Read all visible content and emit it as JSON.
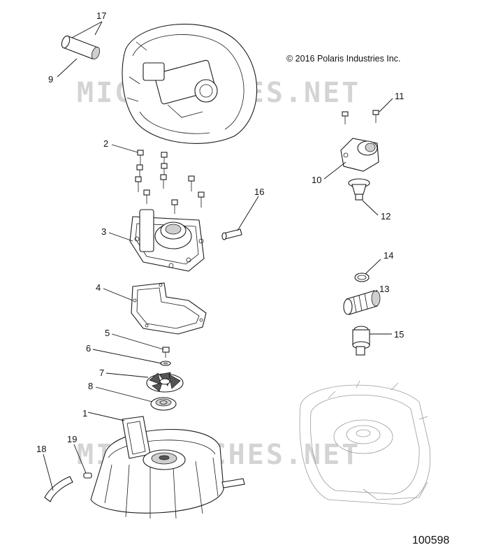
{
  "copyright": "© 2016 Polaris Industries Inc.",
  "watermark": "MICROFICHES.NET",
  "doc_number": "100598",
  "callouts": [
    "1",
    "2",
    "3",
    "4",
    "5",
    "6",
    "7",
    "8",
    "9",
    "10",
    "11",
    "12",
    "13",
    "14",
    "15",
    "16",
    "17",
    "18",
    "19"
  ]
}
